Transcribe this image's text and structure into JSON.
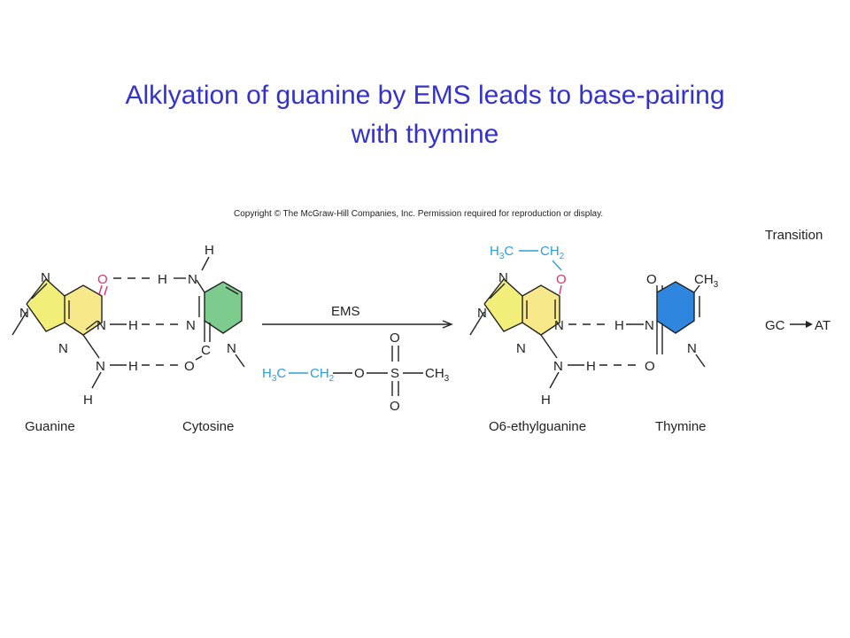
{
  "title": {
    "line1": "Alklyation of guanine by EMS leads to base-pairing",
    "line2": "with thymine"
  },
  "copyright": "Copyright © The McGraw-Hill Companies, Inc. Permission required for reproduction or display.",
  "reagent_label": "EMS",
  "transition": {
    "label": "Transition",
    "from": "GC",
    "to": "AT"
  },
  "molecules": {
    "guanine": "Guanine",
    "cytosine": "Cytosine",
    "o6_ethylguanine": "O6-ethylguanine",
    "thymine": "Thymine"
  },
  "atoms": {
    "N": "N",
    "O": "O",
    "H": "H",
    "S": "S",
    "C": "C"
  },
  "colors": {
    "title": "#3333cc",
    "purine_fill": "#f7e88a",
    "purine_ring5_fill": "#f2ee7a",
    "cytosine_fill": "#7ecb8e",
    "thymine_fill": "#2e86de",
    "ethyl_blue": "#2b9fd6",
    "oxygen_pink": "#e0306a"
  }
}
